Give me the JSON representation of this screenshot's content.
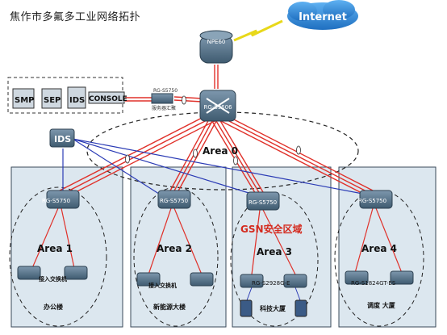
{
  "title": "焦作市多氟多工业网络拓扑",
  "cloud": {
    "label": "Internet"
  },
  "core": {
    "router_label": "NPE60",
    "core_switch_label": "RG-S9606",
    "server_switch_label": "RG-S5750",
    "server_caption": "服务器汇聚"
  },
  "security_devices": {
    "items": [
      "SMP",
      "SEP",
      "IDS",
      "CONSOLE"
    ]
  },
  "ids_label": "IDS",
  "areas": [
    {
      "label": "Area 0"
    },
    {
      "label": "Area  1",
      "switch": "RG-S5750",
      "access_label": "接入交换机",
      "caption": "办公楼"
    },
    {
      "label": "Area  2",
      "switch": "RG-S5750",
      "access_label": "接入交换机",
      "caption": "新能源大楼"
    },
    {
      "label": "Area  3",
      "switch": "RG-S5750",
      "access_label": "RG-S2928G-E",
      "caption": "科技大厦",
      "zone_label": "GSN安全区域"
    },
    {
      "label": "Area  4",
      "switch": "RG-S5750",
      "access_label": "RG-S1824GT-ES",
      "caption": "调度 大厦"
    }
  ],
  "colors": {
    "red_link": "#e0312a",
    "blue_link": "#2b3bb5",
    "zone_fill": "#dce7ef",
    "zone_border": "#3a4a5a",
    "device": "#4f6e85",
    "cloud": "#2f8ad8",
    "gsn_label": "#d42a1e"
  }
}
